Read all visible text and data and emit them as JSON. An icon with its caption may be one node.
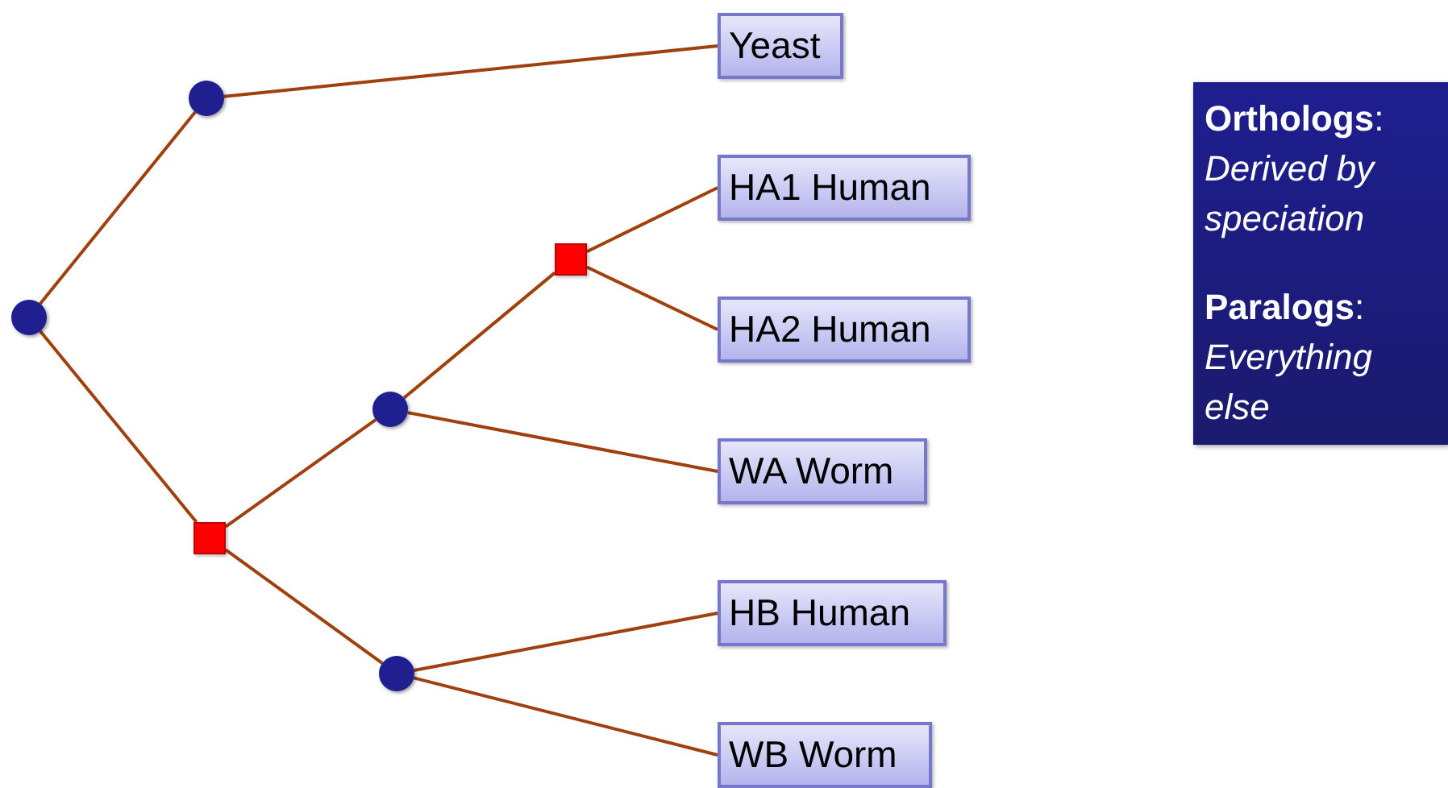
{
  "diagram": {
    "nodes": [
      {
        "text": [],
        "shape": "circle"
      },
      {
        "text": [],
        "shape": "circle"
      },
      {
        "text": [],
        "shape": "box"
      },
      {
        "text": [],
        "shape": "circle"
      },
      {
        "text": [],
        "shape": "circle"
      },
      {
        "text": [],
        "shape": "box"
      },
      {
        "text": [
          "Yeast"
        ]
      },
      {
        "text": [
          "HA1 Human"
        ]
      },
      {
        "text": [
          "HA2 Human"
        ]
      },
      {
        "text": [
          "WA Worm"
        ]
      },
      {
        "text": [
          "HB Human"
        ]
      },
      {
        "text": [
          "WB Worm"
        ]
      },
      {
        "text": [
          "**Orthologs**: *Derived by speciation*",
          "**Paralogs**: *Everything else*"
        ]
      }
    ],
    "edges": [
      {
        "from": 0,
        "to": 1,
        "arrow": "none"
      },
      {
        "from": 0,
        "to": 2,
        "arrow": "none"
      },
      {
        "from": 1,
        "to": 6,
        "arrow": "none"
      },
      {
        "from": 2,
        "to": 3,
        "arrow": "none"
      },
      {
        "from": 2,
        "to": 4,
        "arrow": "none"
      },
      {
        "from": 3,
        "to": 5,
        "arrow": "none"
      },
      {
        "from": 3,
        "to": 9,
        "arrow": "none"
      },
      {
        "from": 5,
        "to": 7,
        "arrow": "none"
      },
      {
        "from": 5,
        "to": 8,
        "arrow": "none"
      },
      {
        "from": 4,
        "to": 10,
        "arrow": "none"
      },
      {
        "from": 4,
        "to": 11,
        "arrow": "none"
      }
    ]
  }
}
